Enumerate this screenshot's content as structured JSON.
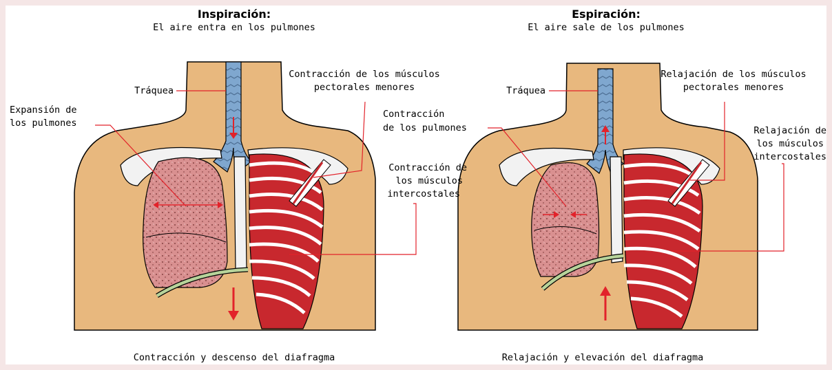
{
  "panels": [
    {
      "title": "Inspiración:",
      "subtitle": "El aire entra en los pulmones",
      "trachea_label": "Tráquea",
      "lungs_label_line1": "Expansión de",
      "lungs_label_line2": "los pulmones",
      "pectoral_label_line1": "Contracción de los músculos",
      "pectoral_label_line2": "pectorales menores",
      "intercostal_label_line1": "Contracción de",
      "intercostal_label_line2": "los músculos",
      "intercostal_label_line3": "intercostales",
      "diaphragm_caption": "Contracción y descenso del diafragma"
    },
    {
      "title": "Espiración:",
      "subtitle": "El aire sale de los pulmones",
      "trachea_label": "Tráquea",
      "lungs_label_line1": "Contracción",
      "lungs_label_line2": "de los pulmones",
      "pectoral_label_line1": "Relajación de los músculos",
      "pectoral_label_line2": "pectorales menores",
      "intercostal_label_line1": "Relajación de",
      "intercostal_label_line2": "los músculos",
      "intercostal_label_line3": "intercostales",
      "diaphragm_caption": "Relajación y elevación del diafragma"
    }
  ],
  "colors": {
    "skin": "#e8b87e",
    "trachea": "#7fa7cf",
    "lung": "#d99090",
    "muscle": "#c8282e",
    "bone": "#f2f2f2",
    "diaphragm": "#b7d39a",
    "leader": "#e2222a",
    "background": "#f5e6e6"
  }
}
